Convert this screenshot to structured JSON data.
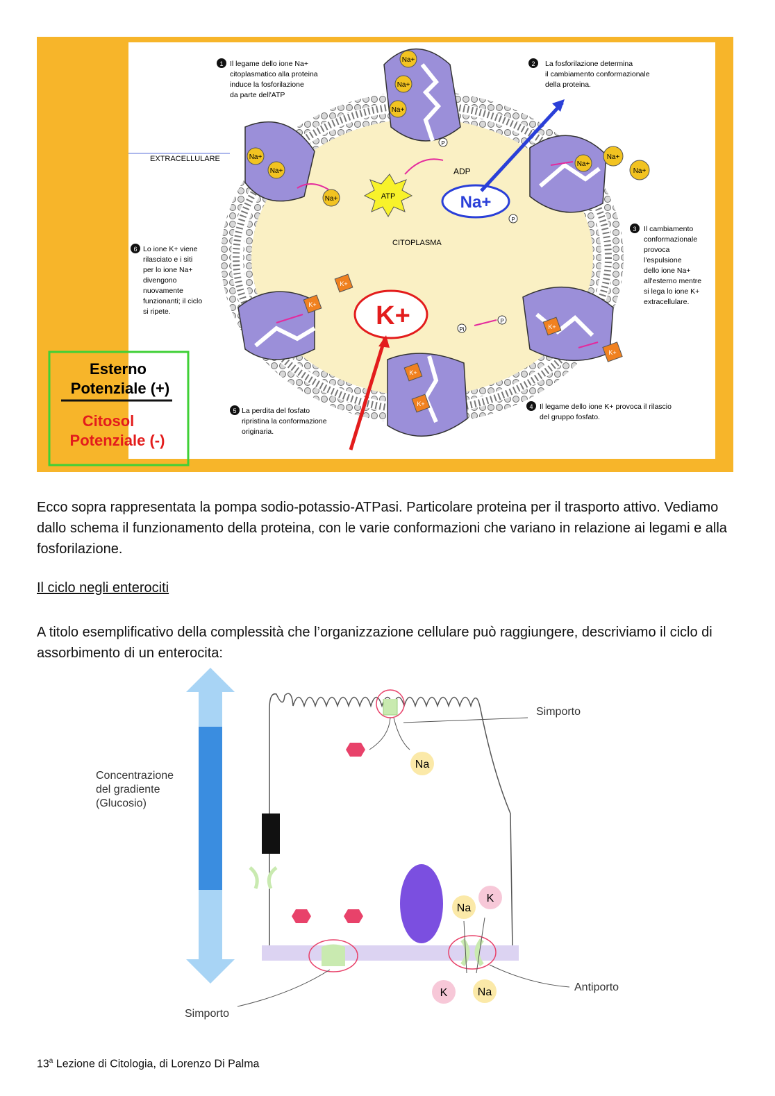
{
  "figure1": {
    "colors": {
      "frame": "#f7b52a",
      "cytoplasm": "#faf0c4",
      "protein": "#9b8fd9",
      "na_ion": "#f2c321",
      "k_ion": "#f08120",
      "na_highlight": "#2a3fd8",
      "k_highlight": "#e31c1c",
      "legend_border": "#3fd036"
    },
    "labels": {
      "extracellulare": "EXTRACELLULARE",
      "citoplasma": "CITOPLASMA",
      "atp": "ATP",
      "adp": "ADP",
      "na_big": "Na+",
      "k_big": "K+",
      "na_ion": "Na+",
      "k_ion": "K+",
      "phosphate": "P",
      "pi": "Pi"
    },
    "steps": [
      {
        "num": "1",
        "lines": [
          "Il legame dello ione Na+",
          "citoplasmatico alla proteina",
          "induce la fosforilazione",
          "da parte dell'ATP"
        ]
      },
      {
        "num": "2",
        "lines": [
          "La fosforilazione determina",
          "il cambiamento conformazionale",
          "della proteina."
        ]
      },
      {
        "num": "3",
        "lines": [
          "Il cambiamento",
          "conformazionale",
          "provoca",
          "l'espulsione",
          "dello ione Na+",
          "all'esterno mentre",
          "si lega lo ione K+",
          "extracellulare."
        ]
      },
      {
        "num": "4",
        "lines": [
          "Il legame dello ione K+ provoca il rilascio",
          "del gruppo fosfato."
        ]
      },
      {
        "num": "5",
        "lines": [
          "La perdita del fosfato",
          "ripristina la conformazione",
          "originaria."
        ]
      },
      {
        "num": "6",
        "lines": [
          "Lo ione K+ viene",
          "rilasciato e i siti",
          "per lo ione Na+",
          "divengono",
          "nuovamente",
          "funzionanti; il ciclo",
          "si ripete."
        ]
      }
    ],
    "legend": {
      "outside": "Esterno",
      "outside_potential": "Potenziale (+)",
      "inside": "Citosol",
      "inside_potential": "Potenziale (-)"
    }
  },
  "text": {
    "paragraph1": "Ecco sopra rappresentata la pompa sodio-potassio-ATPasi. Particolare proteina per il trasporto attivo. Vediamo dallo schema il funzionamento della proteina, con le varie conformazioni che variano in relazione ai legami e alla fosforilazione.",
    "heading": "Il ciclo negli enterociti",
    "paragraph2": "A titolo esemplificativo della complessità che l’organizzazione cellulare può raggiungere, descriviamo il ciclo di assorbimento di un enterocita:"
  },
  "figure2": {
    "colors": {
      "arrow_light": "#a8d4f5",
      "arrow_dark": "#3a8de0",
      "glucose": "#e8426a",
      "na": "#fbe9a8",
      "k": "#f7c8d8",
      "nucleus": "#7b4fe0",
      "membrane": "#dcd3f2",
      "transporter": "#c9eab0",
      "circle": "#e8426a"
    },
    "labels": {
      "gradient": [
        "Concentrazione",
        "del gradiente",
        "(Glucosio)"
      ],
      "simporto_top": "Simporto",
      "simporto_bottom": "Simporto",
      "antiporto": "Antiporto",
      "na": "Na",
      "k": "K"
    }
  },
  "footer": {
    "number": "13",
    "sup": "a",
    "text": " Lezione di Citologia, di Lorenzo Di Palma"
  }
}
